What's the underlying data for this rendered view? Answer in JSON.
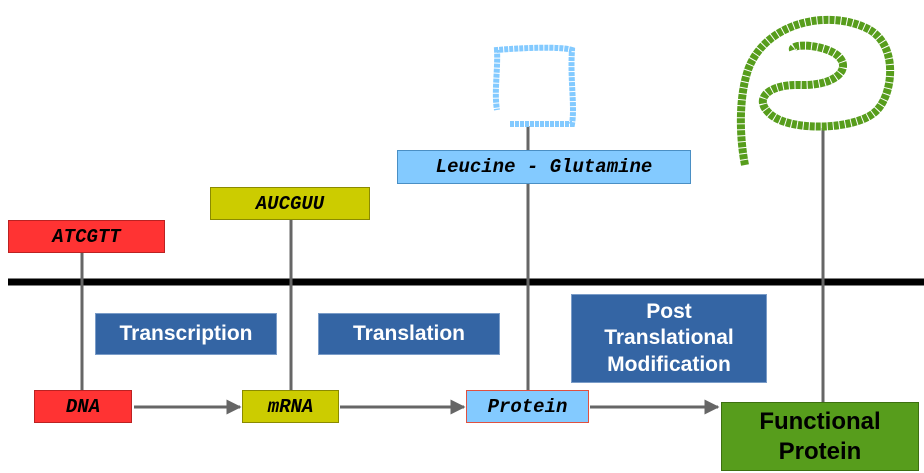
{
  "seq_labels": {
    "dna_seq": "ATCGTT",
    "mrna_seq": "AUCGUU",
    "protein_seq": "Leucine - Glutamine"
  },
  "stages": {
    "dna": "DNA",
    "mrna": "mRNA",
    "protein": "Protein",
    "functional_line1": "Functional",
    "functional_line2": "Protein"
  },
  "processes": {
    "transcription": "Transcription",
    "translation": "Translation",
    "ptm_line1": "Post",
    "ptm_line2": "Translational",
    "ptm_line3": "Modification"
  },
  "colors": {
    "dna": "#ff3333",
    "mrna": "#cccc00",
    "protein": "#83caff",
    "functional": "#579d1c",
    "process": "#3465a4"
  }
}
